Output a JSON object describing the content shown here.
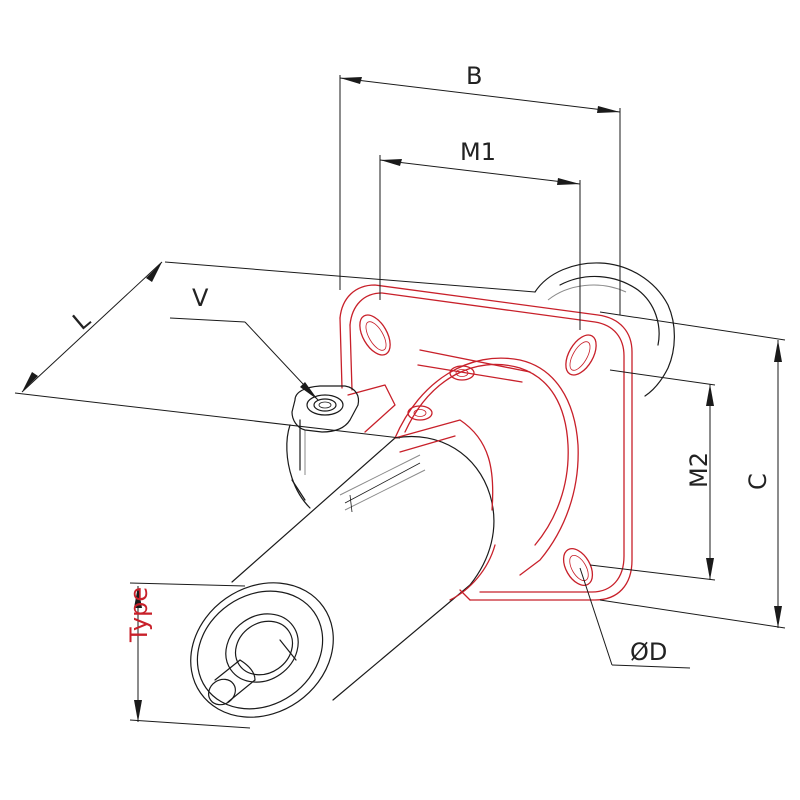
{
  "labels": {
    "B": "B",
    "M1": "M1",
    "M2": "M2",
    "C": "C",
    "L": "L",
    "V": "V",
    "D": "ØD",
    "type": "Type"
  },
  "colors": {
    "flange": "#c8202a",
    "type_label": "#c8202a",
    "line": "#1a1a1a"
  }
}
